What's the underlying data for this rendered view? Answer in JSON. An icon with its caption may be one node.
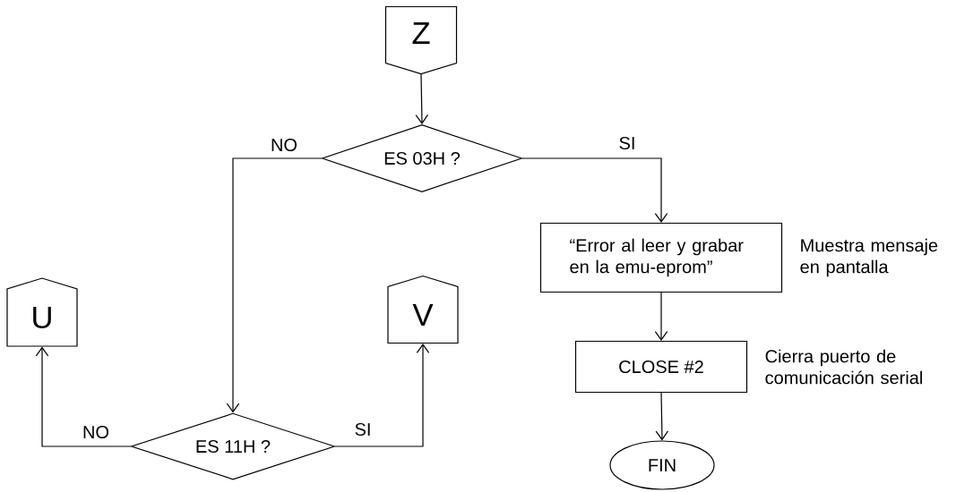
{
  "diagram": {
    "nodes": [
      {
        "text": [
          "Z"
        ]
      },
      {
        "text": [
          "ES 03H ?"
        ]
      },
      {
        "text": [
          "“Error al leer y grabar en la emu-eprom”"
        ],
        "beside": [
          "Muestra mensaje en pantalla"
        ]
      },
      {
        "text": [
          "CLOSE #2"
        ],
        "beside": [
          "Cierra puerto de comunicación serial"
        ]
      },
      {
        "text": [
          "FIN"
        ]
      },
      {
        "text": [
          "U"
        ]
      },
      {
        "text": [
          "V"
        ]
      },
      {
        "text": [
          "ES 11H ?"
        ]
      }
    ],
    "edges": [
      {
        "from": 0,
        "to": 1,
        "arrow": "to"
      },
      {
        "from": 1,
        "to": 2,
        "arrow": "to",
        "label": "SI"
      },
      {
        "from": 1,
        "to": 7,
        "arrow": "to",
        "label": "NO"
      },
      {
        "from": 2,
        "to": 3,
        "arrow": "to"
      },
      {
        "from": 3,
        "to": 4,
        "arrow": "to"
      },
      {
        "from": 7,
        "to": 5,
        "arrow": "to",
        "label": "NO"
      },
      {
        "from": 7,
        "to": 6,
        "arrow": "to",
        "label": "SI"
      }
    ]
  }
}
